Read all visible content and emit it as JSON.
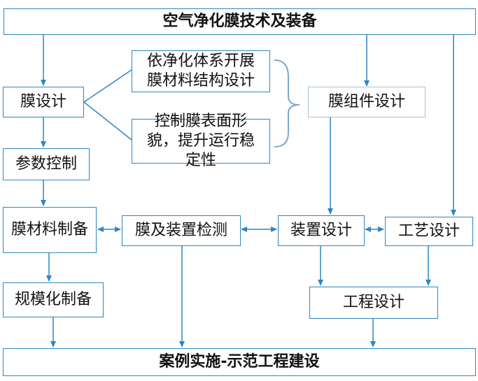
{
  "colors": {
    "stroke": "#2E86C1",
    "brace": "#7FA7C9",
    "text": "#111111"
  },
  "nodes": {
    "top": "空气净化膜技术及装备",
    "mo_sheji": "膜设计",
    "sub1": "依净化体系开展膜材料结构设计",
    "sub2": "控制膜表面形貌，提升运行稳定性",
    "zujian": "膜组件设计",
    "canshu": "参数控制",
    "cailiao": "膜材料制备",
    "jiance": "膜及装置检测",
    "zhuangzhi": "装置设计",
    "gongyi": "工艺设计",
    "guimo": "规模化制备",
    "gongcheng": "工程设计",
    "bottom": "案例实施-示范工程建设"
  }
}
